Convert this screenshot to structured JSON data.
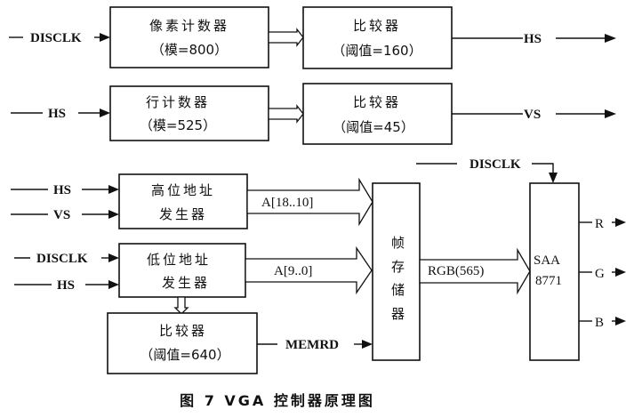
{
  "caption": "图 7 VGA 控制器原理图",
  "signals": {
    "disclk": "DISCLK",
    "hs": "HS",
    "vs": "VS",
    "memrd": "MEMRD",
    "r": "R",
    "g": "G",
    "b": "B"
  },
  "blocks": {
    "pixel_counter": {
      "title": "像素计数器",
      "param": "（模=800）"
    },
    "row_counter": {
      "title": "行计数器",
      "param": "（模=525）"
    },
    "comparator_hs": {
      "title": "比较器",
      "param": "（阈值=160）"
    },
    "comparator_vs": {
      "title": "比较器",
      "param": "（阈值=45）"
    },
    "high_addr_gen": {
      "line1": "高位地址",
      "line2": "发生器"
    },
    "low_addr_gen": {
      "line1": "低位地址",
      "line2": "发生器"
    },
    "comparator_rd": {
      "title": "比较器",
      "param": "（阈值=640）"
    },
    "frame_memory": {
      "chars": [
        "帧",
        "存",
        "储",
        "器"
      ]
    },
    "dac": {
      "line1": "SAA",
      "line2": "8771"
    }
  },
  "buses": {
    "high_addr": "A[18..10]",
    "low_addr": "A[9..0]",
    "rgb": "RGB(565)"
  }
}
